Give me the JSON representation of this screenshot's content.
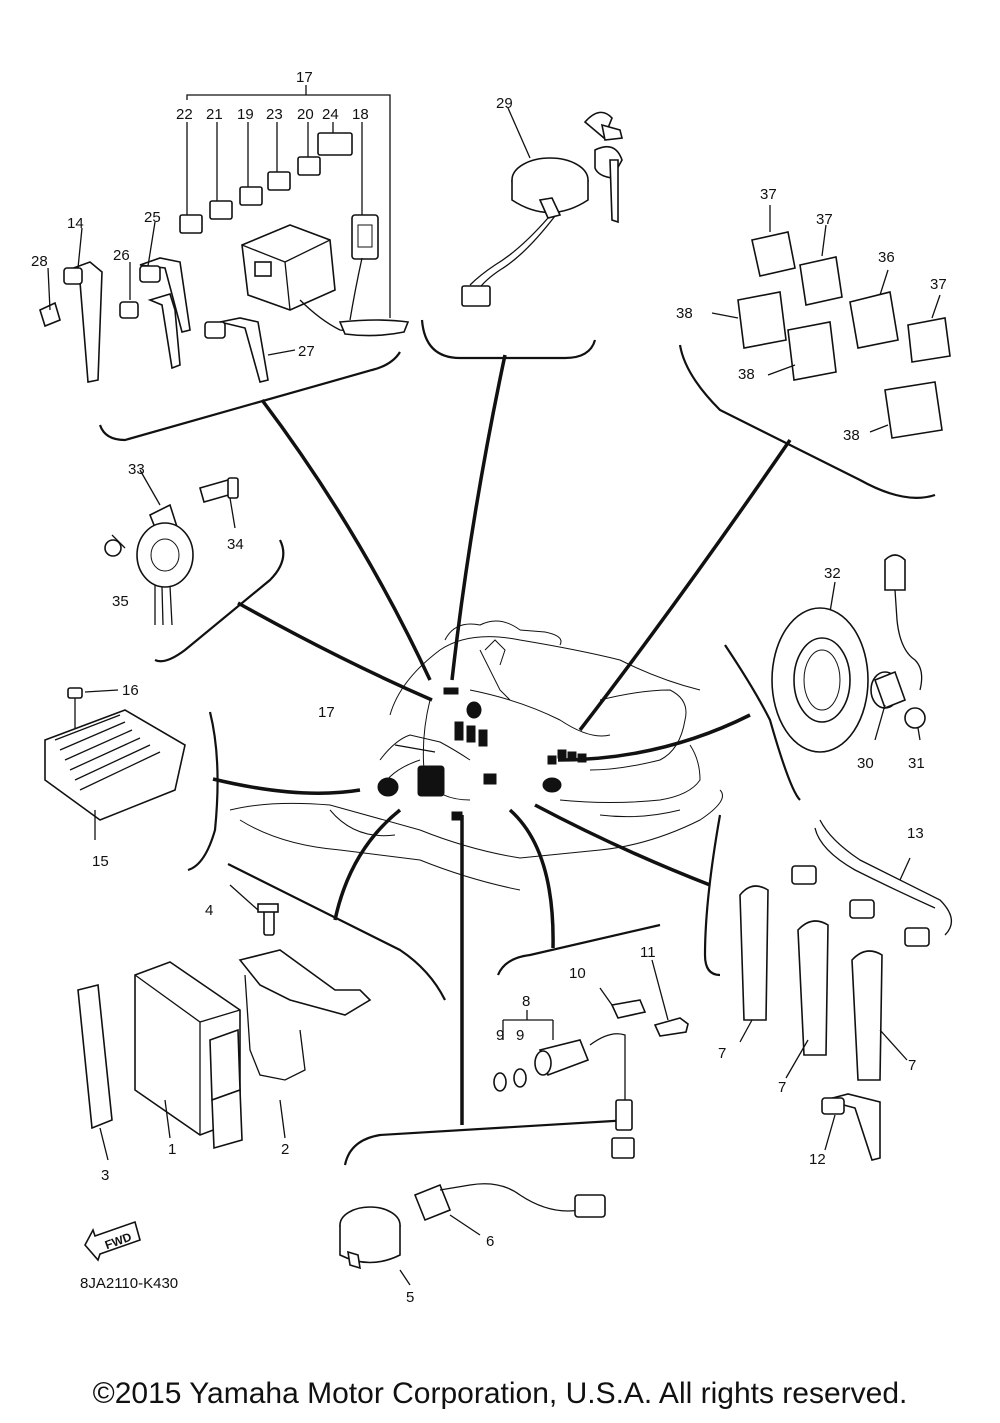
{
  "diagram": {
    "part_code": "8JA2110-K430",
    "fwd_label": "FWD",
    "copyright": "©2015 Yamaha Motor Corporation, U.S.A. All rights reserved.",
    "labels": {
      "p1": "1",
      "p2": "2",
      "p3": "3",
      "p4": "4",
      "p5": "5",
      "p6": "6",
      "p7a": "7",
      "p7b": "7",
      "p7c": "7",
      "p8": "8",
      "p9a": "9",
      "p9b": "9",
      "p10": "10",
      "p11": "11",
      "p12": "12",
      "p13": "13",
      "p14": "14",
      "p15": "15",
      "p16": "16",
      "p17": "17",
      "p17b": "17",
      "p18": "18",
      "p19": "19",
      "p20": "20",
      "p21": "21",
      "p22": "22",
      "p23": "23",
      "p24": "24",
      "p25": "25",
      "p26": "26",
      "p27": "27",
      "p28": "28",
      "p29": "29",
      "p30": "30",
      "p31": "31",
      "p32": "32",
      "p33": "33",
      "p34": "34",
      "p35": "35",
      "p36": "36",
      "p37a": "37",
      "p37b": "37",
      "p37c": "37",
      "p38a": "38",
      "p38b": "38",
      "p38c": "38"
    }
  }
}
